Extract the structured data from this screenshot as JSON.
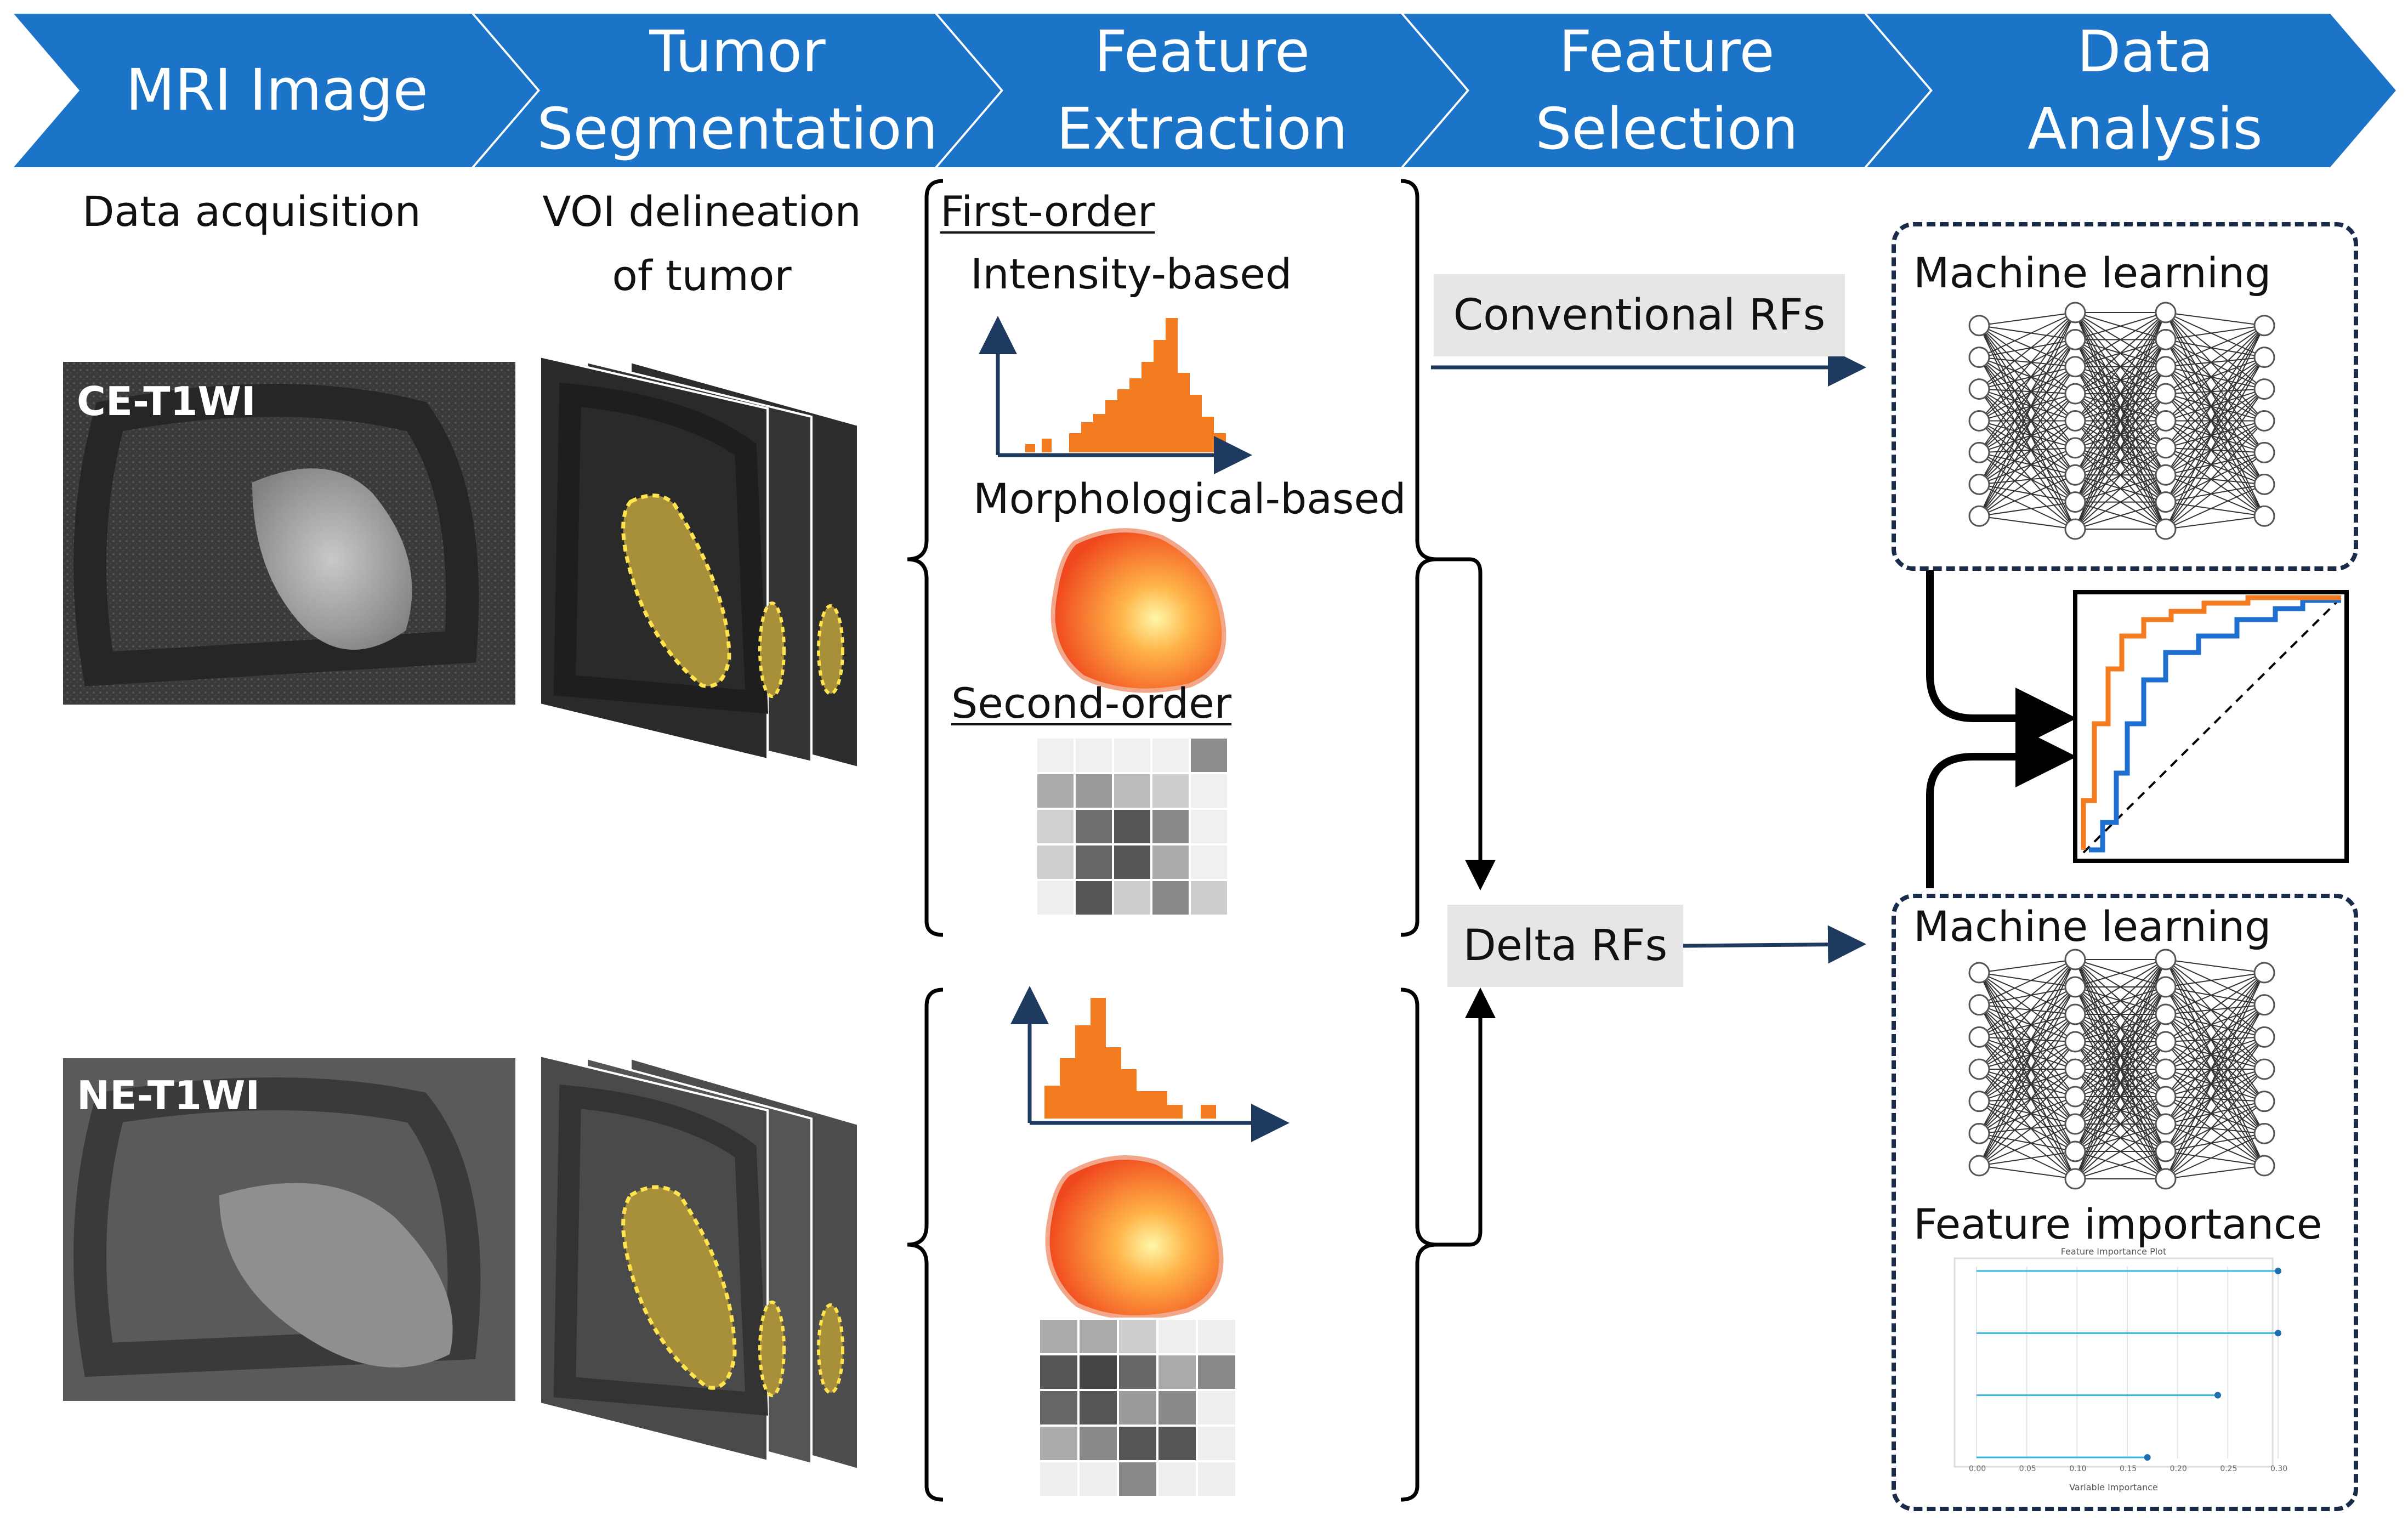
{
  "header_steps": [
    {
      "label": "MRI Image"
    },
    {
      "label": "Tumor\nSegmentation"
    },
    {
      "label": "Feature\nExtraction"
    },
    {
      "label": "Feature\nSelection"
    },
    {
      "label": "Data\nAnalysis"
    }
  ],
  "captions": {
    "data_acquisition": "Data acquisition",
    "voi_line1": "VOI delineation",
    "voi_line2": "of tumor"
  },
  "images": {
    "ce_label": "CE-T1WI",
    "ne_label": "NE-T1WI"
  },
  "features": {
    "first_order": "First-order",
    "intensity": "Intensity-based",
    "morphological": "Morphological-based",
    "second_order": "Second-order"
  },
  "selection": {
    "conventional": "Conventional RFs",
    "delta": "Delta RFs"
  },
  "analysis": {
    "ml_top": "Machine learning",
    "ml_bottom": "Machine learning",
    "feature_importance": "Feature importance",
    "fi_plot_title": "Feature Importance Plot",
    "fi_xlabel": "Variable Importance",
    "fi_ticks": [
      "0.00",
      "0.05",
      "0.10",
      "0.15",
      "0.20",
      "0.25",
      "0.30"
    ],
    "fi_values": [
      0.3,
      0.3,
      0.24,
      0.17
    ]
  },
  "colors": {
    "chevron": "#1b74c8",
    "arrow": "#1f3a5f",
    "histogram": "#f47c20",
    "roc_orange": "#f47c20",
    "roc_blue": "#1f6fd0",
    "fi_line": "#38b6e0"
  }
}
